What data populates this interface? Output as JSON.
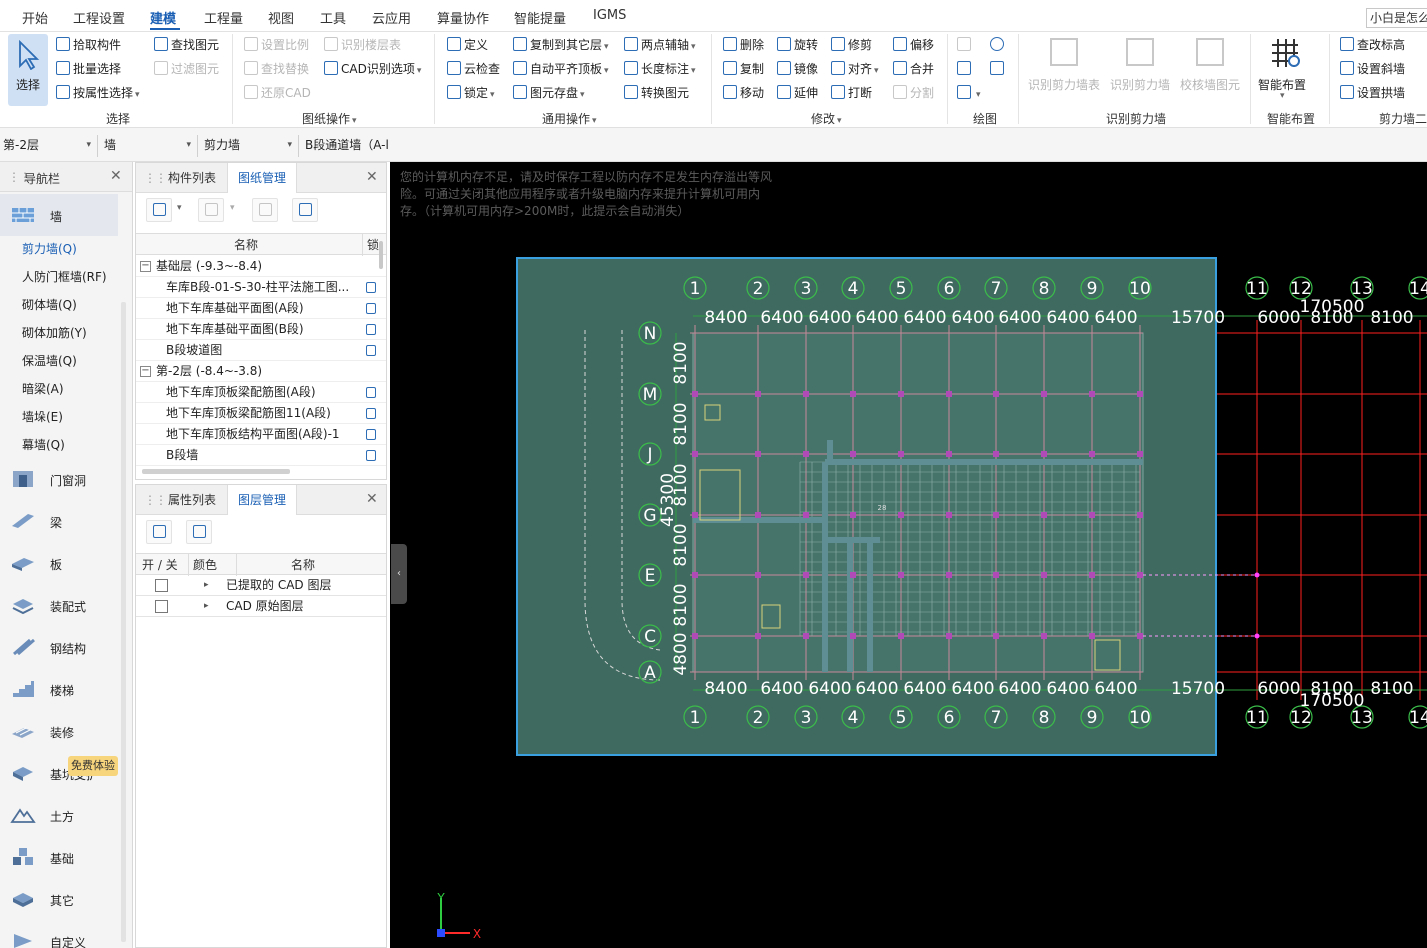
{
  "menubar": {
    "items": [
      "开始",
      "工程设置",
      "建模",
      "工程量",
      "视图",
      "工具",
      "云应用",
      "算量协作",
      "智能提量",
      "IGMS"
    ],
    "active_index": 2,
    "search_text": "小白是怎么"
  },
  "ribbon": {
    "select": {
      "label": "选择",
      "items": [
        "拾取构件",
        "批量选择",
        "按属性选择"
      ],
      "items2": [
        "查找图元",
        "过滤图元"
      ],
      "group": "选择"
    },
    "drawing_ops": {
      "items": [
        "设置比例",
        "查找替换",
        "还原CAD"
      ],
      "items2": [
        "识别楼层表",
        "CAD识别选项"
      ],
      "group": "图纸操作"
    },
    "common_ops": {
      "items": [
        "定义",
        "云检查",
        "锁定"
      ],
      "items2": [
        "复制到其它层",
        "自动平齐顶板",
        "图元存盘"
      ],
      "items3": [
        "两点辅轴",
        "长度标注",
        "转换图元"
      ],
      "group": "通用操作"
    },
    "modify": {
      "items": [
        "删除",
        "复制",
        "移动"
      ],
      "items2": [
        "旋转",
        "镜像",
        "延伸"
      ],
      "items3": [
        "修剪",
        "对齐",
        "打断"
      ],
      "items4": [
        "偏移",
        "合并",
        "分割"
      ],
      "group": "修改"
    },
    "draw": {
      "group": "绘图"
    },
    "recognize": {
      "items": [
        "识别剪力墙表",
        "识别剪力墙",
        "校核墙图元"
      ],
      "group": "识别剪力墙"
    },
    "smart": {
      "label": "智能布置",
      "group": "智能布置"
    },
    "shear2": {
      "items": [
        "查改标高",
        "设置斜墙",
        "设置拱墙"
      ],
      "group": "剪力墙二"
    }
  },
  "filterbar": {
    "floor": "第-2层",
    "type": "墙",
    "subtype": "剪力墙",
    "element": "B段通道墙（A-l"
  },
  "nav": {
    "title": "导航栏",
    "top_category": "墙",
    "subitems": [
      "剪力墙(Q)",
      "人防门框墙(RF)",
      "砌体墙(Q)",
      "砌体加筋(Y)",
      "保温墙(Q)",
      "暗梁(A)",
      "墙垛(E)",
      "幕墙(Q)"
    ],
    "active_sub": 0,
    "categories": [
      "门窗洞",
      "梁",
      "板",
      "装配式",
      "钢结构",
      "楼梯",
      "装修",
      "基坑支护",
      "土方",
      "基础",
      "其它",
      "自定义"
    ],
    "free_badge": "免费体验"
  },
  "comp_panel": {
    "tabs": [
      "构件列表",
      "图纸管理"
    ],
    "active_tab": 1,
    "col_name": "名称",
    "col_lock": "锁",
    "rows": [
      {
        "label": "基础层 (-9.3~-8.4)",
        "group": true
      },
      {
        "label": "车库B段-01-S-30-柱平法施工图...",
        "group": false
      },
      {
        "label": "地下车库基础平面图(A段)",
        "group": false
      },
      {
        "label": "地下车库基础平面图(B段)",
        "group": false
      },
      {
        "label": "B段坡道图",
        "group": false
      },
      {
        "label": "第-2层 (-8.4~-3.8)",
        "group": true
      },
      {
        "label": "地下车库顶板梁配筋图(A段)",
        "group": false
      },
      {
        "label": "地下车库顶板梁配筋图11(A段)",
        "group": false
      },
      {
        "label": "地下车库顶板结构平面图(A段)-1",
        "group": false
      },
      {
        "label": "B段墙",
        "group": false
      }
    ]
  },
  "layer_panel": {
    "tabs": [
      "属性列表",
      "图层管理"
    ],
    "active_tab": 1,
    "cols": [
      "开 / 关",
      "颜色",
      "名称"
    ],
    "rows": [
      "已提取的 CAD 图层",
      "CAD 原始图层"
    ]
  },
  "canvas": {
    "warning": "您的计算机内存不足，请及时保存工程以防内存不足发生内存溢出等风险。可通过关闭其他应用程序或者升级电脑内存来提升计算机可用内存。（计算机可用内存>200M时，此提示会自动消失）",
    "axis_numbers": [
      "1",
      "2",
      "3",
      "4",
      "5",
      "6",
      "7",
      "8",
      "9",
      "10",
      "11",
      "12",
      "13",
      "14"
    ],
    "dims_top": [
      "8400",
      "6400",
      "6400",
      "6400",
      "6400",
      "6400",
      "6400",
      "6400",
      "6400",
      "15700",
      "6000",
      "8100",
      "8100"
    ],
    "total_dim": "170500",
    "row_labels": [
      "N",
      "M",
      "J",
      "G",
      "E",
      "C",
      "A"
    ],
    "row_dims": [
      "8100",
      "8100",
      "8100",
      "8100",
      "8100",
      "4800"
    ],
    "total_row": "45300",
    "small_label": "28",
    "axis_x": "X",
    "axis_y": "Y",
    "colors": {
      "bg": "#000000",
      "selection": "#3f6a60",
      "grid_red": "#ff2020",
      "bubble": "#3bbd4a"
    }
  }
}
